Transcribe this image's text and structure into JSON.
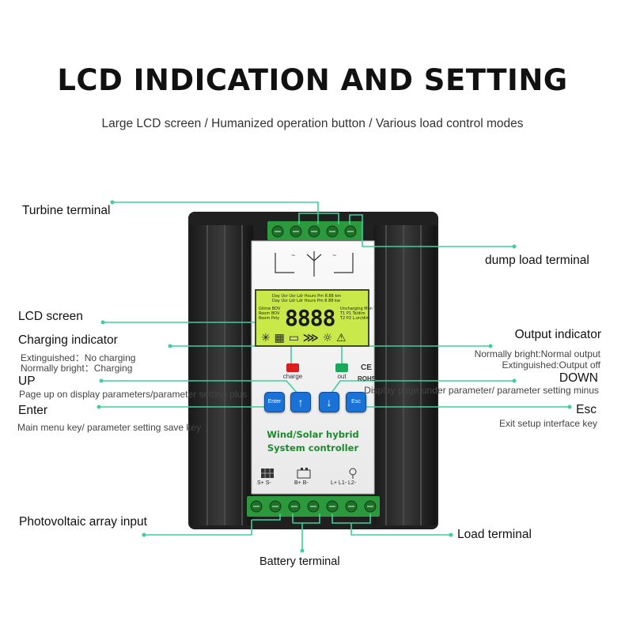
{
  "header": {
    "title": "LCD INDICATION AND SETTING",
    "subtitle": "Large LCD screen / Humanized operation button / Various load control modes"
  },
  "callouts": {
    "turbine_terminal": "Turbine terminal",
    "dump_load_terminal": "dump load terminal",
    "lcd_screen": "LCD screen",
    "charging_indicator": "Charging indicator",
    "charging_extinguished": "Extinguished：No charging",
    "charging_bright": "Normally bright：Charging",
    "output_indicator": "Output indicator",
    "output_bright": "Normally bright:Normal output",
    "output_extinguished": "Extinguished:Output off",
    "up": "UP",
    "up_desc": "Page up on display parameters/parameter setting plus",
    "down": "DOWN",
    "down_desc": "Display page under parameter/ parameter setting minus",
    "enter": "Enter",
    "enter_desc": "Main menu key/ parameter setting save key",
    "esc": "Esc",
    "esc_desc": "Exit setup interface key",
    "pv_input": "Photovoltaic array input",
    "load_terminal": "Load terminal",
    "battery_terminal": "Battery terminal"
  },
  "device": {
    "lcd_value": "8888",
    "charge_label": "charge",
    "out_label": "out",
    "ce_mark": "CE",
    "rohs_mark": "ROHS",
    "button_enter": "Enter",
    "button_up": "↑",
    "button_down": "↓",
    "button_esc": "Esc",
    "brand_line1": "Wind/Solar hybrid",
    "brand_line2": "System controller",
    "term_solar": "S+  S-",
    "term_battery": "B+  B-",
    "term_load": "L+   L1-   L2-",
    "charge_led_color": "#d81e1e",
    "out_led_color": "#1aa85a"
  },
  "colors": {
    "callout_line": "#3fcf9a",
    "button_blue": "#1a72d6"
  }
}
